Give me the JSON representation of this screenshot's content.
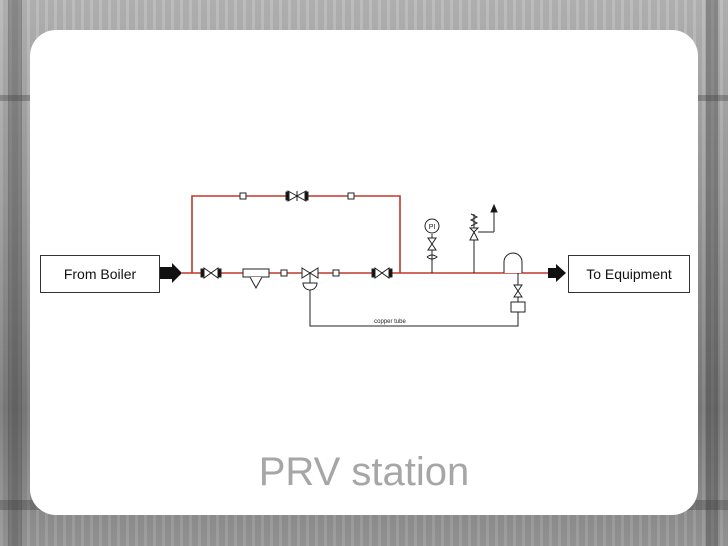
{
  "diagram": {
    "title": "PRV station",
    "inlet_label": "From Boiler",
    "outlet_label": "To Equipment",
    "gauge_label": "PI",
    "tube_label": "copper tube"
  },
  "colors": {
    "pipe": "#c0392b",
    "line": "#222222",
    "title": "#a6a6a6"
  }
}
